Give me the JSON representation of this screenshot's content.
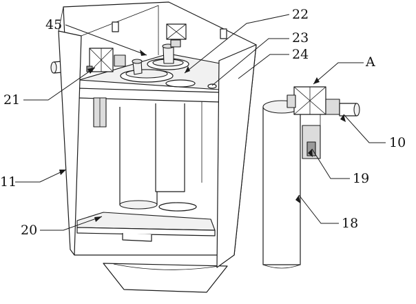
{
  "labels": {
    "l45": "45",
    "l22": "22",
    "l23": "23",
    "l24": "24",
    "lA": "A",
    "l21": "21",
    "l10": "10",
    "l11": "11",
    "l19": "19",
    "l20": "20",
    "l18": "18"
  },
  "colors": {
    "line": "#1a1a1a",
    "shade_light": "#f1f1f1",
    "shade_mid": "#dcdcdc",
    "shade_dark": "#9a9a9a"
  }
}
